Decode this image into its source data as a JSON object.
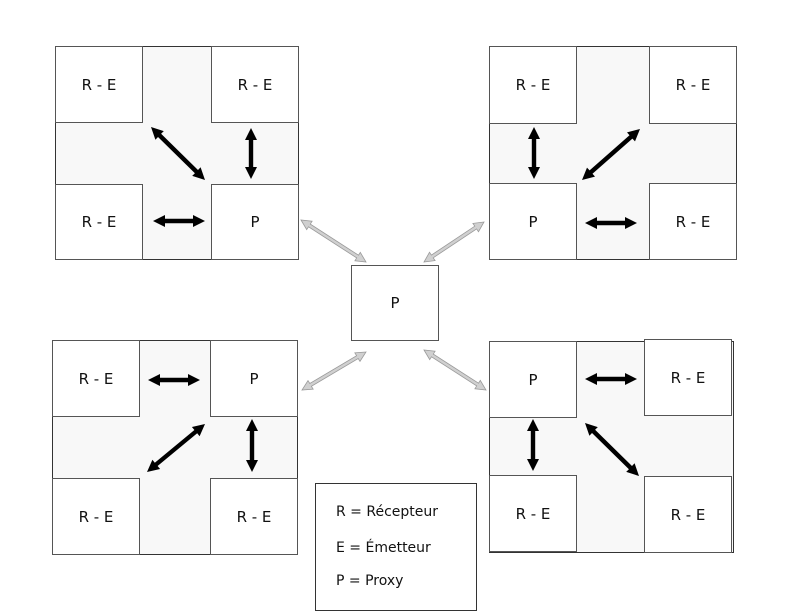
{
  "diagram": {
    "re_label": "R - E",
    "proxy_label": "P",
    "center_label": "P",
    "legend": {
      "line1": "R = Récepteur",
      "line2": "E = Émetteur",
      "line3": "P = Proxy"
    },
    "colors": {
      "inner_arrow": "#000000",
      "outer_arrow_fill": "#d0d0d0",
      "outer_arrow_stroke": "#9a9a9a",
      "group_background": "#f8f8f8"
    }
  }
}
